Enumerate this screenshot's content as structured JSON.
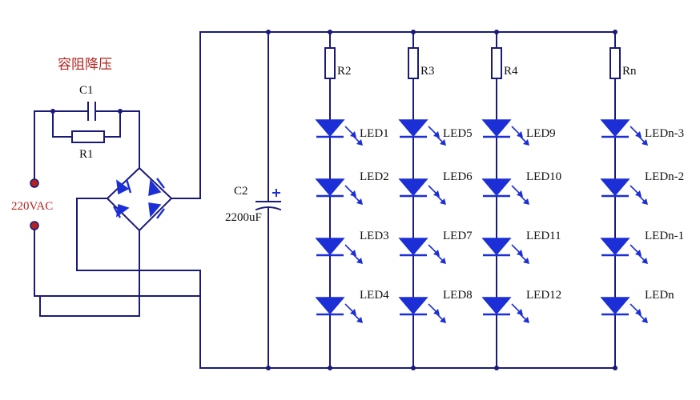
{
  "title": "容阻降压",
  "input": {
    "label": "220VAC"
  },
  "capacitor_c1": {
    "label": "C1"
  },
  "resistor_r1": {
    "label": "R1"
  },
  "capacitor_c2": {
    "label": "C2",
    "value": "2200uF"
  },
  "colors": {
    "wire": "#1a1a7a",
    "led": "#1c2fd6",
    "accent_red": "#b3221e"
  },
  "columns": [
    {
      "resistor": "R2",
      "leds": [
        "LED1",
        "LED2",
        "LED3",
        "LED4"
      ]
    },
    {
      "resistor": "R3",
      "leds": [
        "LED5",
        "LED6",
        "LED7",
        "LED8"
      ]
    },
    {
      "resistor": "R4",
      "leds": [
        "LED9",
        "LED10",
        "LED11",
        "LED12"
      ]
    },
    {
      "resistor": "Rn",
      "leds": [
        "LEDn-3",
        "LEDn-2",
        "LEDn-1",
        "LEDn"
      ]
    }
  ]
}
